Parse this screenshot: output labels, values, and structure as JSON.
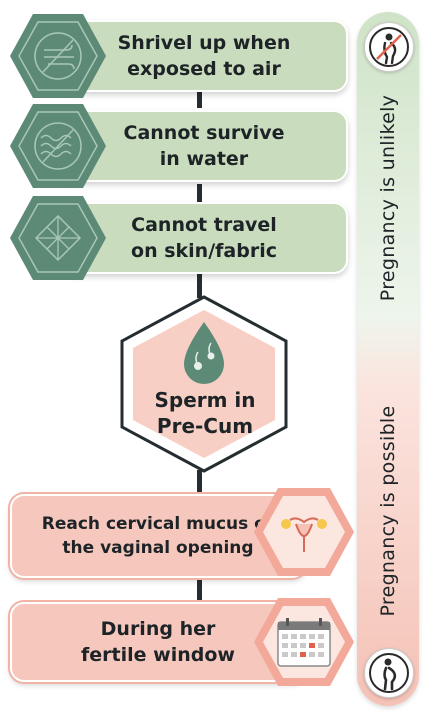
{
  "colors": {
    "green_card": "#c9ddbe",
    "green_hex": "#5c8a76",
    "pink_card": "#f6c8bd",
    "pink_hex": "#f3a99a",
    "center_fill": "#f7cfc5",
    "line": "#262d30"
  },
  "top_items": [
    {
      "line1": "Shrivel up when",
      "line2": "exposed to air",
      "icon": "wind-crossed-icon"
    },
    {
      "line1": "Cannot survive",
      "line2": "in water",
      "icon": "water-waves-crossed-icon"
    },
    {
      "line1": "Cannot travel",
      "line2": "on skin/fabric",
      "icon": "fabric-crossed-icon"
    }
  ],
  "center": {
    "line1": "Sperm in",
    "line2": "Pre-Cum",
    "icon": "sperm-drop-icon"
  },
  "bottom_items": [
    {
      "line1": "Reach cervical mucus or",
      "line2": "the vaginal opening",
      "icon": "uterus-icon"
    },
    {
      "line1": "During her",
      "line2": "fertile window",
      "icon": "calendar-icon"
    }
  ],
  "side": {
    "unlikely": "Pregnancy is unlikely",
    "possible": "Pregnancy is possible",
    "top_icon": "no-pregnancy-icon",
    "bottom_icon": "pregnant-woman-icon"
  }
}
